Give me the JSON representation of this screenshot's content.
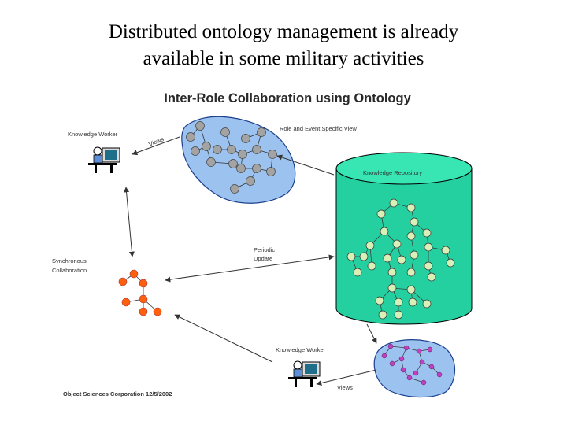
{
  "slide": {
    "title_line1": "Distributed ontology management is already",
    "title_line2": "available in some military activities"
  },
  "diagram": {
    "title": "Inter-Role Collaboration using Ontology",
    "labels": {
      "knowledge_worker_top": "Knowledge Worker",
      "views_top": "Views",
      "role_event_view": "Role and Event Specific View",
      "knowledge_repository": "Knowledge Repository",
      "synchronous_line1": "Synchronous",
      "synchronous_line2": "Collaboration",
      "periodic_line1": "Periodic",
      "periodic_line2": "Update",
      "knowledge_worker_bottom": "Knowledge Worker",
      "views_bottom": "Views"
    },
    "footer": "Object Sciences Corporation 12/5/2002",
    "colors": {
      "blob_fill": "#9cc3f0",
      "repository_fill": "#25d0a0",
      "gray_node": "#a3a3a3",
      "green_node": "#d8f0b8",
      "orange_node": "#ff6010",
      "magenta_node": "#c040c0"
    }
  }
}
